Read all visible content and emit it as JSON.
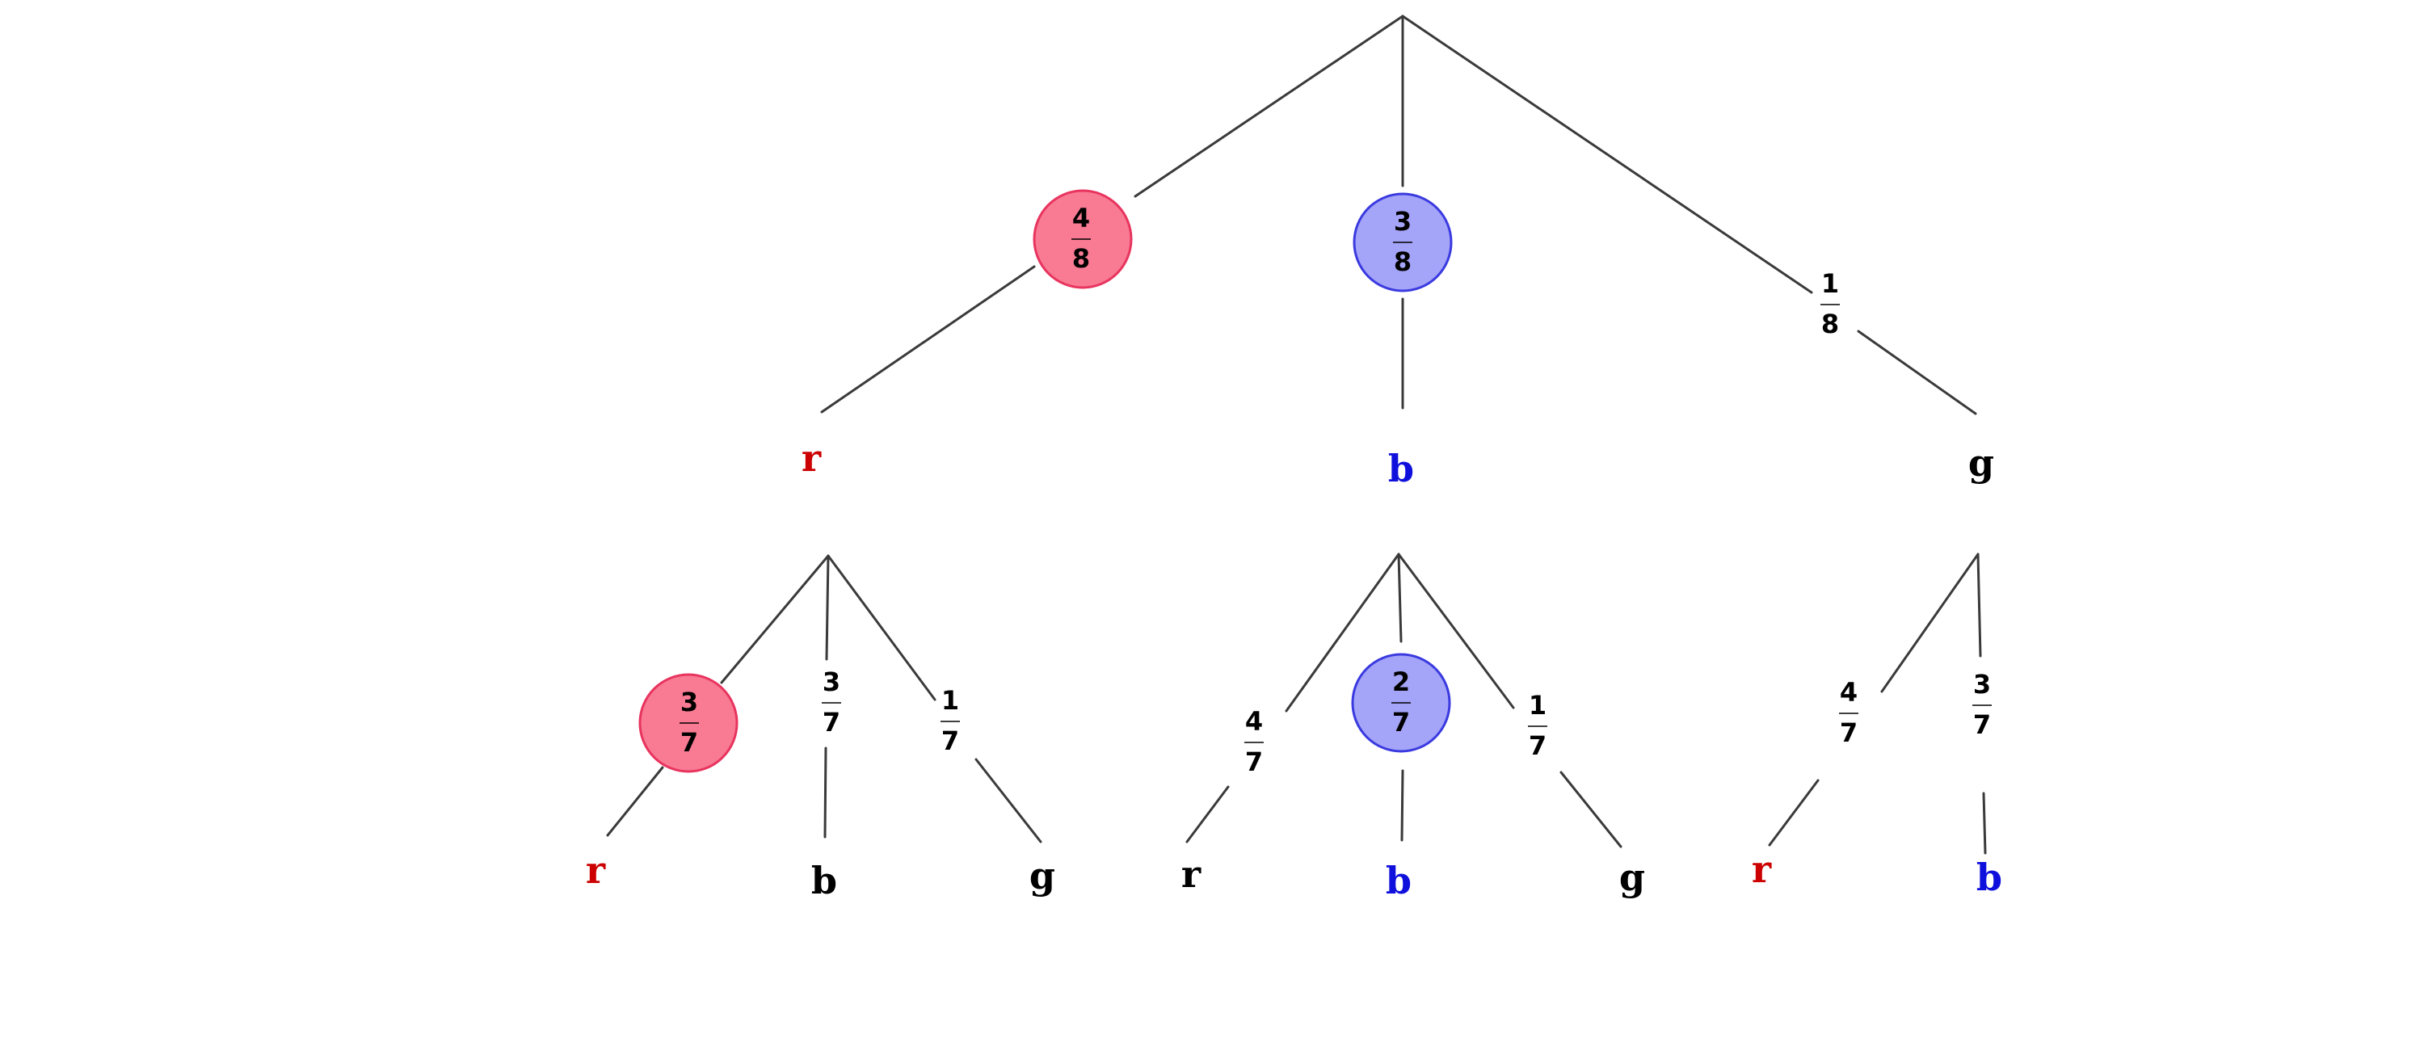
{
  "colors": {
    "red": "#cc0000",
    "blue": "#1010dd",
    "black": "#000000",
    "red_fill": "#f87a93",
    "red_stroke": "#e8345e",
    "blue_fill": "#a4a4f8",
    "blue_stroke": "#3a3ae0"
  },
  "level1": {
    "branches": [
      {
        "id": "r",
        "num": "4",
        "den": "8",
        "label": "r",
        "label_color": "red",
        "highlight": "red"
      },
      {
        "id": "b",
        "num": "3",
        "den": "8",
        "label": "b",
        "label_color": "blue",
        "highlight": "blue"
      },
      {
        "id": "g",
        "num": "1",
        "den": "8",
        "label": "g",
        "label_color": "black",
        "highlight": "none"
      }
    ]
  },
  "level2": {
    "r": [
      {
        "num": "3",
        "den": "7",
        "label": "r",
        "label_color": "red",
        "highlight": "red"
      },
      {
        "num": "3",
        "den": "7",
        "label": "b",
        "label_color": "black",
        "highlight": "none"
      },
      {
        "num": "1",
        "den": "7",
        "label": "g",
        "label_color": "black",
        "highlight": "none"
      }
    ],
    "b": [
      {
        "num": "4",
        "den": "7",
        "label": "r",
        "label_color": "black",
        "highlight": "none"
      },
      {
        "num": "2",
        "den": "7",
        "label": "b",
        "label_color": "blue",
        "highlight": "blue"
      },
      {
        "num": "1",
        "den": "7",
        "label": "g",
        "label_color": "black",
        "highlight": "none"
      }
    ],
    "g": [
      {
        "num": "4",
        "den": "7",
        "label": "r",
        "label_color": "red",
        "highlight": "none"
      },
      {
        "num": "3",
        "den": "7",
        "label": "b",
        "label_color": "blue",
        "highlight": "none"
      }
    ]
  }
}
